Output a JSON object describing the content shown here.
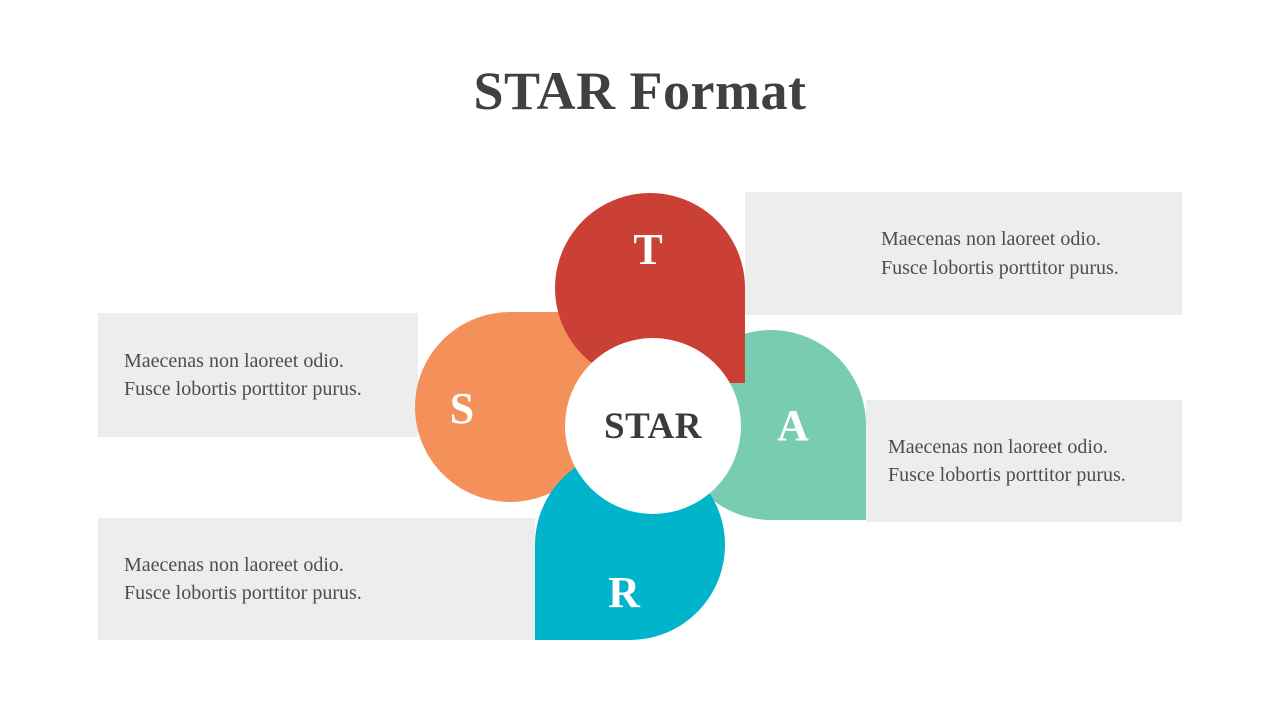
{
  "slide": {
    "title": "STAR Format",
    "background_color": "#ffffff",
    "title_color": "#404040",
    "band_color": "#ededed",
    "band_text_color": "#4d4d4d"
  },
  "hub": {
    "label": "STAR",
    "color": "#ffffff",
    "label_color": "#3b3b3b"
  },
  "petals": [
    {
      "key": "t",
      "letter": "T",
      "color": "#cb4034",
      "position": "top",
      "caption": "Maecenas non laoreet odio.\nFusce lobortis porttitor purus."
    },
    {
      "key": "s",
      "letter": "S",
      "color": "#f4915a",
      "position": "left",
      "caption": "Maecenas non laoreet odio.\nFusce lobortis porttitor purus."
    },
    {
      "key": "a",
      "letter": "A",
      "color": "#78ccb2",
      "position": "right",
      "caption": "Maecenas non laoreet odio.\nFusce lobortis porttitor purus."
    },
    {
      "key": "r",
      "letter": "R",
      "color": "#00b4cc",
      "position": "bottom",
      "caption": "Maecenas non laoreet odio.\nFusce lobortis porttitor purus."
    }
  ]
}
